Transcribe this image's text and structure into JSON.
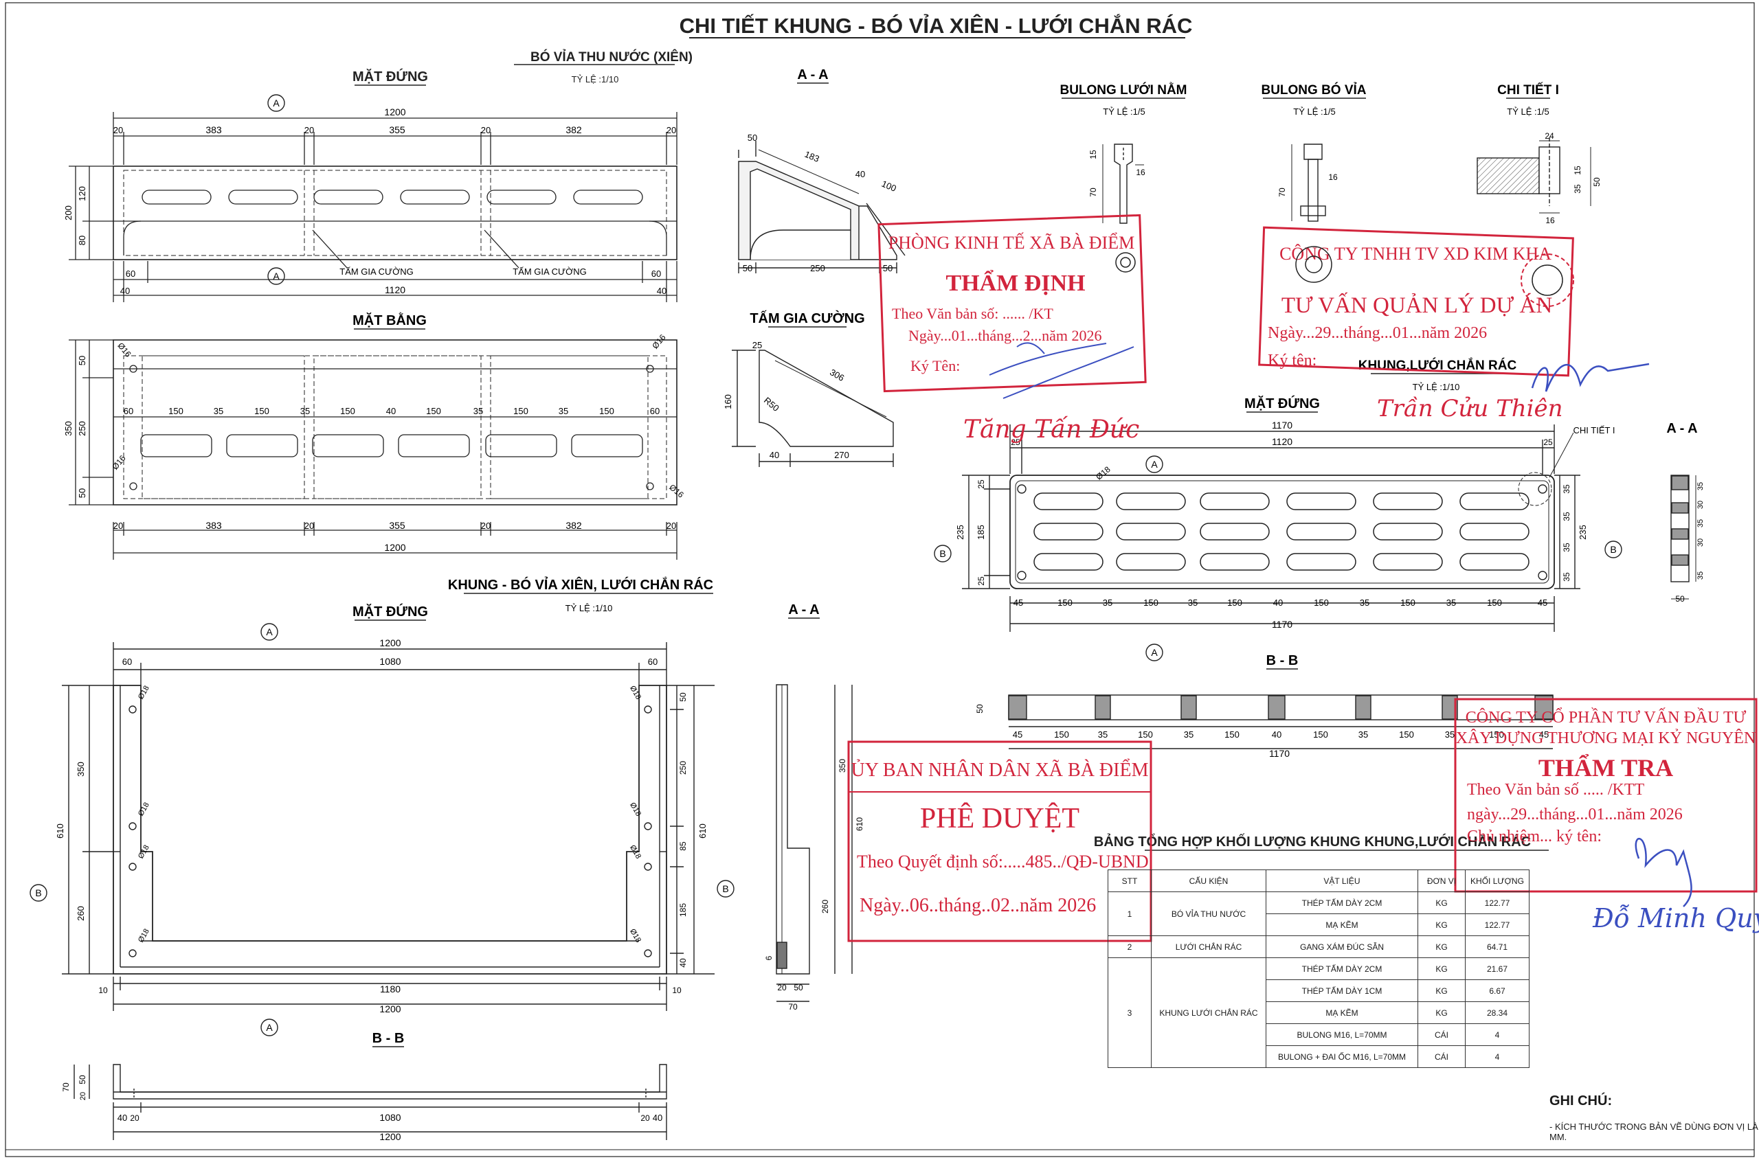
{
  "title": "CHI TIẾT KHUNG - BÓ VỈA XIÊN - LƯỚI CHẮN RÁC",
  "scale_1_10": "TỶ LỆ :1/10",
  "scale_1_5": "TỶ LỆ :1/5",
  "sections": {
    "bo_via_heading": "BÓ VỈA THU NƯỚC (XIÊN)",
    "mat_dung": "MẶT ĐỨNG",
    "mat_bang": "MẶT BẰNG",
    "aa": "A - A",
    "bb": "B - B",
    "tam_gia_cuong": "TẤM GIA CƯỜNG",
    "bulong_luoi_nam": "BULONG LƯỚI NẰM",
    "bulong_bo_via": "BULONG BÓ VỈA",
    "chi_tiet_1": "CHI TIẾT I",
    "khung_bo_via": "KHUNG - BÓ VỈA XIÊN, LƯỚI CHẮN RÁC",
    "khung_luoi": "KHUNG,LƯỚI CHẮN RÁC",
    "tam_gia_cuong_label": "TẤM GIA CƯỜNG",
    "chi_tiet_1_callout": "CHI TIẾT I"
  },
  "dims": {
    "d1200": "1200",
    "d383": "383",
    "d355": "355",
    "d382": "382",
    "d20": "20",
    "d1120": "1120",
    "d60": "60",
    "d40": "40",
    "d200": "200",
    "d120": "120",
    "d80": "80",
    "d350": "350",
    "d50": "50",
    "d150": "150",
    "d35": "35",
    "d1080": "1080",
    "d610": "610",
    "d260": "260",
    "d250": "250",
    "d85": "85",
    "d185": "185",
    "d1180": "1180",
    "d10": "10",
    "d70": "70",
    "d1170": "1170",
    "d25": "25",
    "d235": "235",
    "d45": "45",
    "d30": "30",
    "d183": "183",
    "d100": "100",
    "d306": "306",
    "d160": "160",
    "d270": "270",
    "d24": "24",
    "d15": "15",
    "d16": "16",
    "d6": "6",
    "phi16": "Ø16",
    "phi18": "Ø18",
    "r50": "R50"
  },
  "markers": {
    "A": "A",
    "B": "B"
  },
  "stamps": {
    "tham_dinh": {
      "org": "PHÒNG KINH TẾ XÃ BÀ ĐIỂM",
      "title": "THẨM ĐỊNH",
      "doc_line": "Theo Văn bản số: ...... /KT",
      "date_line": "Ngày...01...tháng...2...năm 2026",
      "sign_line": "Ký Tên:",
      "signer": "Tăng Tấn Đức"
    },
    "qlda": {
      "org": "CÔNG TY TNHH TV XD KIM KHA",
      "title": "TƯ VẤN QUẢN LÝ DỰ ÁN",
      "date_line": "Ngày...29...tháng...01...năm 2026",
      "sign_line": "Ký tên:",
      "signer": "Trần Cửu Thiên"
    },
    "phe_duyet": {
      "org": "ỦY BAN NHÂN DÂN XÃ BÀ ĐIỂM",
      "title": "PHÊ DUYỆT",
      "doc_line": "Theo Quyết định số:.....485../QĐ-UBND",
      "date_line": "Ngày..06..tháng..02..năm 2026"
    },
    "tham_tra": {
      "org_1": "CÔNG TY CỔ PHẦN TƯ VẤN ĐẦU TƯ",
      "org_2": "XÂY DỰNG THƯƠNG MẠI KỶ NGUYÊN",
      "title": "THẨM TRA",
      "doc_line": "Theo Văn bản số ..... /KTT",
      "date_line": "ngày...29...tháng...01...năm 2026",
      "sign_line": "Chủ nhiệm... ký tên:",
      "signer": "Đỗ Minh Quy"
    }
  },
  "table": {
    "title": "BẢNG TỔNG HỢP KHỐI LƯỢNG KHUNG KHUNG,LƯỚI CHẮN RÁC",
    "headers": [
      "STT",
      "CẤU KIỆN",
      "VẬT LIỆU",
      "ĐƠN VỊ",
      "KHỐI LƯỢNG"
    ],
    "groups": [
      {
        "stt": "1",
        "item": "BÓ VỈA THU NƯỚC",
        "rows": [
          {
            "material": "THÉP TẤM DÀY 2CM",
            "unit": "KG",
            "qty": "122.77"
          },
          {
            "material": "MẠ KẼM",
            "unit": "KG",
            "qty": "122.77"
          }
        ]
      },
      {
        "stt": "2",
        "item": "LƯỚI CHẮN RÁC",
        "rows": [
          {
            "material": "GANG XÁM ĐÚC SẴN",
            "unit": "KG",
            "qty": "64.71"
          }
        ]
      },
      {
        "stt": "3",
        "item": "KHUNG LƯỚI CHẮN RÁC",
        "rows": [
          {
            "material": "THÉP TẤM DÀY 2CM",
            "unit": "KG",
            "qty": "21.67"
          },
          {
            "material": "THÉP TẤM DÀY 1CM",
            "unit": "KG",
            "qty": "6.67"
          },
          {
            "material": "MẠ KẼM",
            "unit": "KG",
            "qty": "28.34"
          },
          {
            "material": "BULONG M16, L=70MM",
            "unit": "CÁI",
            "qty": "4"
          },
          {
            "material": "BULONG + ĐAI ỐC M16, L=70MM",
            "unit": "CÁI",
            "qty": "4"
          }
        ]
      }
    ]
  },
  "notes": {
    "heading": "GHI CHÚ:",
    "text": "- KÍCH THƯỚC TRONG BẢN VẼ DÙNG ĐƠN VỊ LÀ MM."
  },
  "colors": {
    "line": "#222222",
    "stamp_red": "#d2243c",
    "ink_blue": "#3b4fc0",
    "fill_gray": "#9a9a9a"
  }
}
